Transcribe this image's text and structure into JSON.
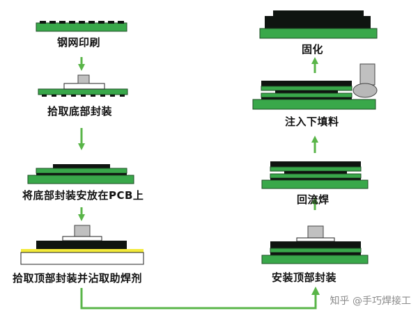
{
  "colors": {
    "board_green": "#39a84a",
    "board_border": "#1e4d25",
    "arrow_green": "#59b548",
    "component_black": "#0f1410",
    "chip_gray": "#c0c0c0",
    "flux_yellow": "#f3ea3a",
    "underfill_gray": "#b8b8b8"
  },
  "steps": {
    "s1": "钢网印刷",
    "s2": "拾取底部封装",
    "s3": "将底部封装安放在PCB上",
    "s4": "拾取顶部封装并沾取助焊剂",
    "s5": "安装顶部封装",
    "s6": "回流焊",
    "s7": "注入下填料",
    "s8": "固化"
  },
  "watermark": "知乎 @手巧焊接工"
}
